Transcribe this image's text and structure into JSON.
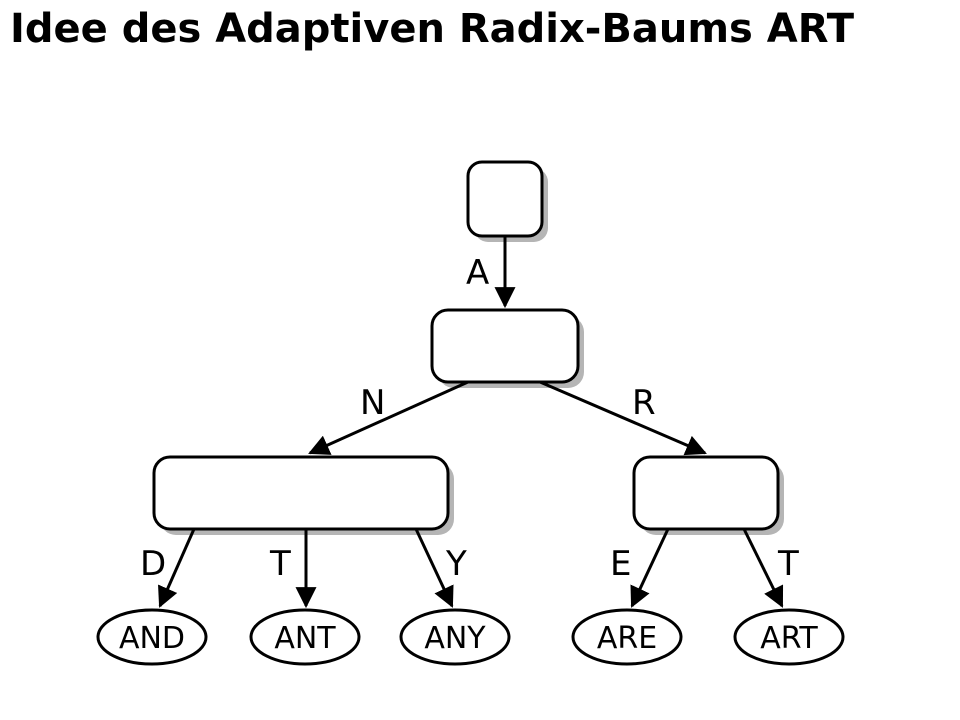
{
  "title": "Idee des Adaptiven Radix-Baums ART",
  "tree": {
    "edge_labels": {
      "root_a": "A",
      "n": "N",
      "r": "R",
      "d": "D",
      "t_left": "T",
      "y": "Y",
      "e": "E",
      "t_right": "T"
    },
    "leaves": [
      "AND",
      "ANT",
      "ANY",
      "ARE",
      "ART"
    ]
  }
}
